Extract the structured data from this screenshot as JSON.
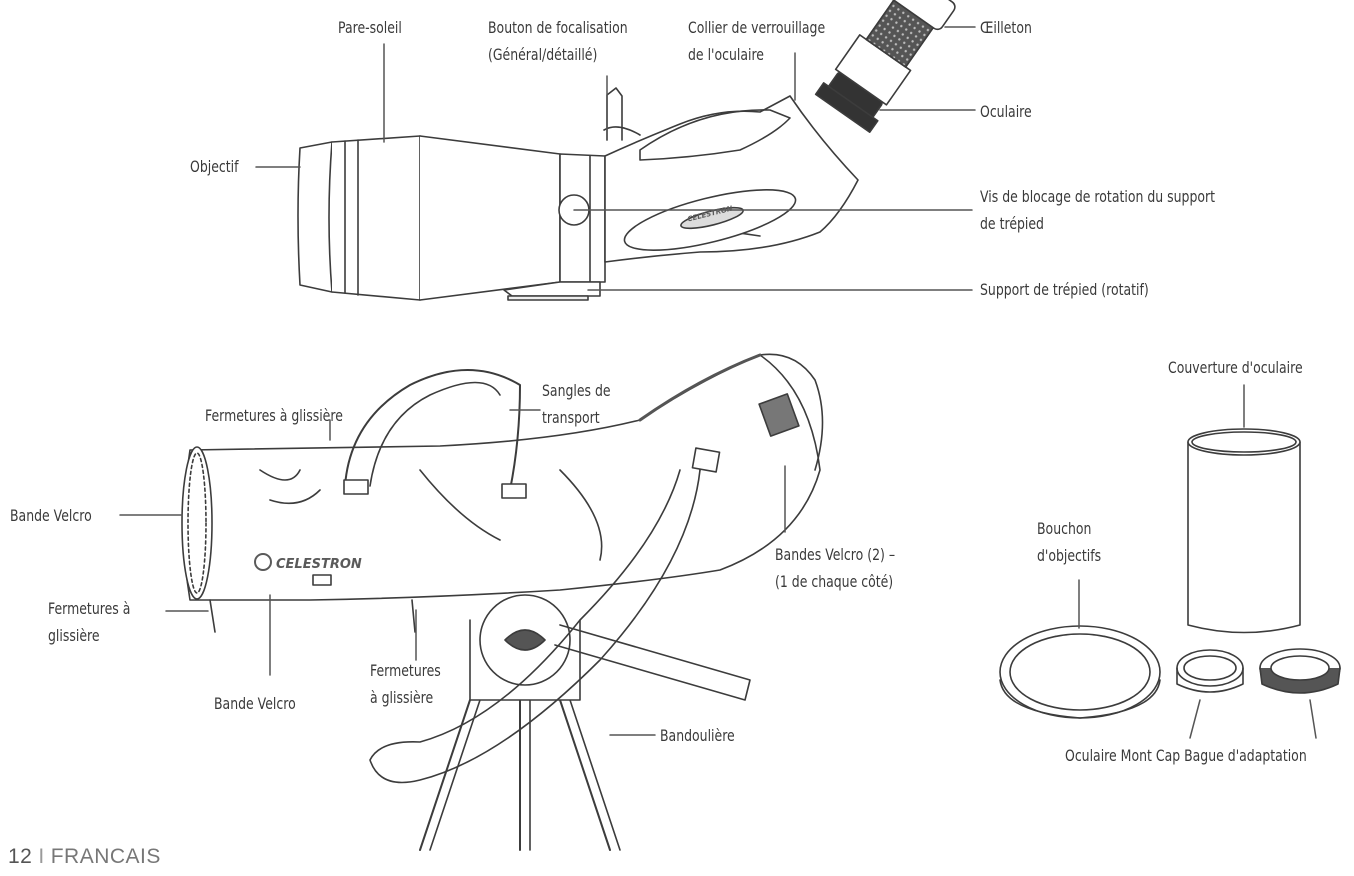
{
  "labels": {
    "pare_soleil": "Pare-soleil",
    "bouton_focalisation": [
      "Bouton de focalisation",
      "(Général/détaillé)"
    ],
    "collier": [
      "Collier de verrouillage",
      "de l'oculaire"
    ],
    "oeilleton": "Œilleton",
    "oculaire": "Oculaire",
    "objectif": "Objectif",
    "vis_blocage": [
      "Vis de blocage de rotation du support",
      "de trépied"
    ],
    "support_trepied": "Support de trépied (rotatif)",
    "fermetures_top": "Fermetures à glissière",
    "sangles": [
      "Sangles de",
      "transport"
    ],
    "bande_velcro_left": "Bande Velcro",
    "fermetures_left": [
      "Fermetures à",
      "glissière"
    ],
    "bande_velcro_bottom": "Bande Velcro",
    "fermetures_bottom": [
      "Fermetures",
      "à glissière"
    ],
    "bandoulière": "Bandoulière",
    "bandes_velcro": [
      "Bandes Velcro (2) –",
      "(1 de chaque côté)"
    ],
    "couverture": "Couverture d'oculaire",
    "bouchon": [
      "Bouchon",
      "d'objectifs"
    ],
    "accessoires": "Oculaire Mont Cap Bague d'adaptation"
  },
  "brand": {
    "case_logo": "CELESTRON",
    "scope_badge": "CELESTRON"
  },
  "footer": {
    "page_number": "12",
    "separator": "I",
    "language": "FRANCAIS"
  }
}
